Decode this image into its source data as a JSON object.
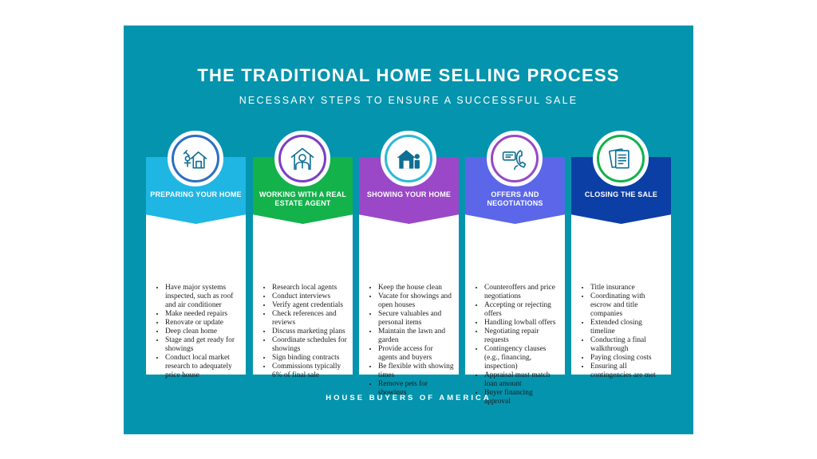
{
  "title": "THE TRADITIONAL HOME SELLING PROCESS",
  "subtitle": "NECESSARY STEPS TO ENSURE A SUCCESSFUL SALE",
  "footer": "HOUSE BUYERS OF AMERICA",
  "steps": [
    {
      "label": "PREPARING  YOUR HOME",
      "icon": "home-repair-icon",
      "color": "#1fb6e4",
      "ring_color": "#2d6fc2",
      "items": [
        "Have major systems inspected, such as roof and air conditioner",
        "Make needed repairs",
        "Renovate or update",
        "Deep clean home",
        "Stage and get ready for showings",
        "Conduct local market research to adequately price house"
      ]
    },
    {
      "label": "WORKING WITH A REAL ESTATE AGENT",
      "icon": "real-estate-agent-icon",
      "color": "#13b24b",
      "ring_color": "#7a3fc4",
      "items": [
        "Research local agents",
        "Conduct interviews",
        "Verify agent credentials",
        "Check references and reviews",
        "Discuss marketing plans",
        "Coordinate schedules for showings",
        "Sign binding contracts",
        "Commissions typically 6% of final sale"
      ]
    },
    {
      "label": "SHOWING YOUR HOME",
      "icon": "house-showing-icon",
      "color": "#9a48c7",
      "ring_color": "#2eb8d8",
      "items": [
        "Keep the house clean",
        "Vacate for showings and open houses",
        "Secure valuables and personal items",
        "Maintain the lawn and garden",
        "Provide access for agents and buyers",
        "Be flexible with showing times",
        "Remove pets for showings"
      ]
    },
    {
      "label": "OFFERS AND NEGOTIATIONS",
      "icon": "phone-negotiation-icon",
      "color": "#5b67e8",
      "ring_color": "#9a48c7",
      "items": [
        "Counteroffers and price negotiations",
        "Accepting or rejecting offers",
        "Handling lowball offers",
        "Negotiating repair requests",
        "Contingency clauses (e.g., financing, inspection)",
        "Appraisal must match loan amount",
        "Buyer financing approval"
      ]
    },
    {
      "label": "CLOSING THE SALE",
      "icon": "closing-documents-icon",
      "color": "#0b3fa6",
      "ring_color": "#13b24b",
      "items": [
        "Title insurance",
        "Coordinating with escrow and title companies",
        "Extended closing timeline",
        "Conducting a final walkthrough",
        "Paying closing costs",
        "Ensuring all contingencies are met"
      ]
    }
  ]
}
